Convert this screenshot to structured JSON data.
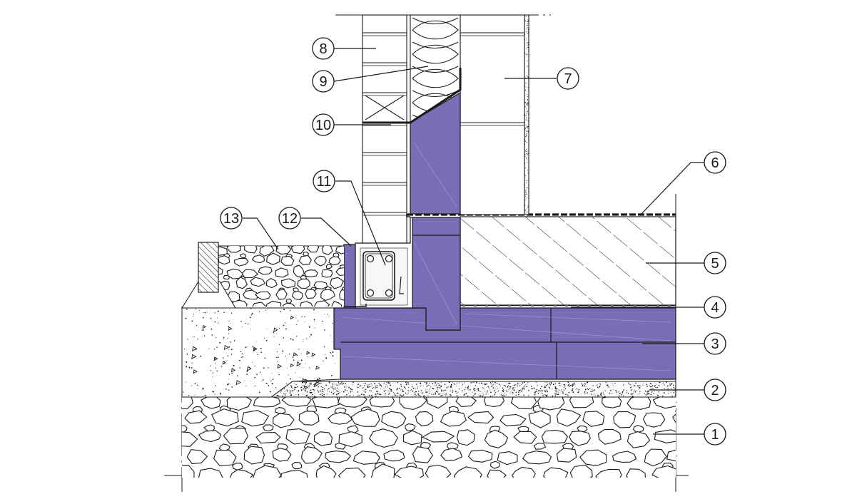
{
  "colors": {
    "insulation": "#7a6cb5",
    "line": "#1a1a1a",
    "background": "#ffffff",
    "sand": "#f4f4f4"
  },
  "callouts": [
    {
      "id": "c1",
      "label": "1"
    },
    {
      "id": "c2",
      "label": "2"
    },
    {
      "id": "c3",
      "label": "3"
    },
    {
      "id": "c4",
      "label": "4"
    },
    {
      "id": "c5",
      "label": "5"
    },
    {
      "id": "c6",
      "label": "6"
    },
    {
      "id": "c7",
      "label": "7"
    },
    {
      "id": "c8",
      "label": "8"
    },
    {
      "id": "c9",
      "label": "9"
    },
    {
      "id": "c10",
      "label": "10"
    },
    {
      "id": "c11",
      "label": "11"
    },
    {
      "id": "c12",
      "label": "12"
    },
    {
      "id": "c13",
      "label": "13"
    }
  ]
}
